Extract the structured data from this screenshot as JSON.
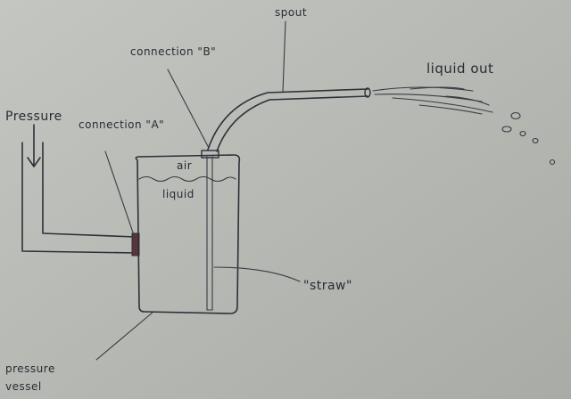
{
  "labels": {
    "pressure": "Pressure",
    "connection_a": "connection \"A\"",
    "connection_b": "connection \"B\"",
    "spout": "spout",
    "liquid_out": "liquid out",
    "air": "air",
    "liquid": "liquid",
    "straw": "\"straw\"",
    "pressure_vessel_line1": "pressure",
    "pressure_vessel_line2": "vessel"
  },
  "colors": {
    "paper": "#b9bbb6",
    "ink": "#2f2f38",
    "connector": "#5a3438"
  }
}
